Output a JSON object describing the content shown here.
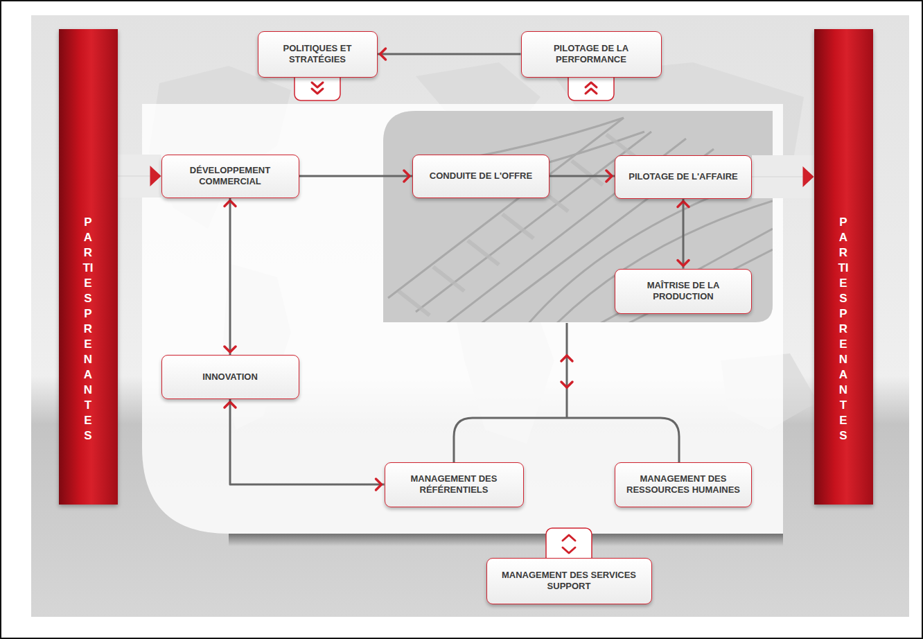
{
  "diagram": {
    "nodes": [
      {
        "text": [
          "POLITIQUES ET STRATÉGIES"
        ]
      },
      {
        "text": [
          "PILOTAGE DE LA PERFORMANCE"
        ]
      },
      {
        "text": [
          "PARTIES PRENANTES"
        ]
      },
      {
        "text": [
          "DÉVELOPPEMENT COMMERCIAL"
        ]
      },
      {
        "text": [
          "CONDUITE DE L'OFFRE"
        ]
      },
      {
        "text": [
          "PILOTAGE DE L'AFFAIRE"
        ]
      },
      {
        "text": [
          "PARTIES PRENANTES"
        ]
      },
      {
        "text": [
          "MAÎTRISE DE LA PRODUCTION"
        ]
      },
      {
        "text": [
          "INNOVATION"
        ]
      },
      {
        "text": [
          "MANAGEMENT DES RÉFÉRENTIELS"
        ]
      },
      {
        "text": [
          "MANAGEMENT DES RESSOURCES HUMAINES"
        ]
      },
      {
        "text": [
          "MANAGEMENT DES SERVICES SUPPORT"
        ]
      }
    ],
    "edges": [
      {
        "from": 1,
        "to": 0,
        "arrow": "to"
      },
      {
        "from": 2,
        "to": 3,
        "arrow": "to"
      },
      {
        "from": 3,
        "to": 4,
        "arrow": "to"
      },
      {
        "from": 4,
        "to": 5,
        "arrow": "to"
      },
      {
        "from": 5,
        "to": 6,
        "arrow": "to"
      },
      {
        "from": 5,
        "to": 7,
        "arrow": "both"
      },
      {
        "from": 3,
        "to": 8,
        "arrow": "both"
      },
      {
        "from": 8,
        "to": 9,
        "arrow": "both"
      }
    ]
  }
}
